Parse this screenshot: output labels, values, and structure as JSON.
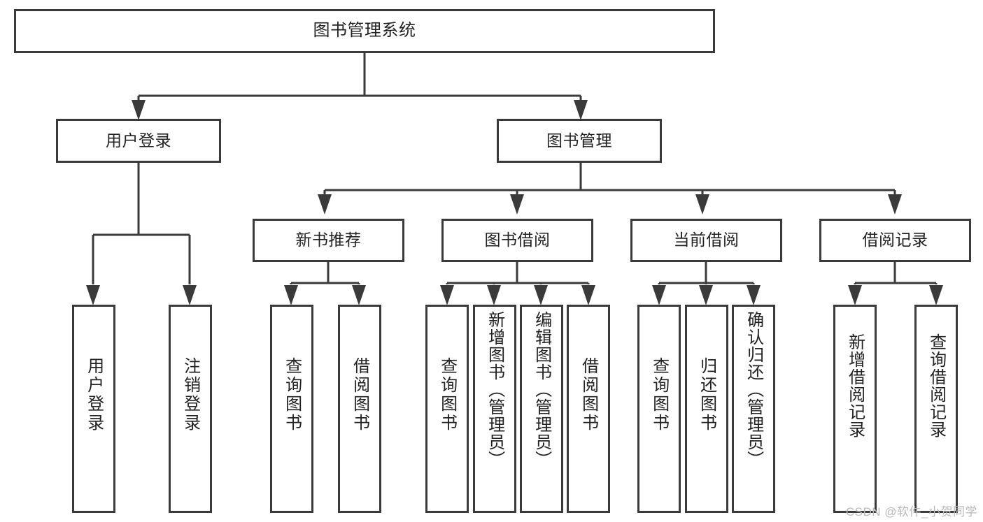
{
  "diagram": {
    "type": "tree-hierarchy-chart",
    "title": "图书管理系统",
    "background_color": "#ffffff",
    "line_color": "#3a3a3a",
    "text_color": "#222222"
  },
  "nodes": {
    "root": {
      "label": "图书管理系统"
    },
    "level2": [
      {
        "id": "user-login",
        "label": "用户登录"
      },
      {
        "id": "book-management",
        "label": "图书管理"
      }
    ],
    "level3": [
      {
        "id": "new-book-recommend",
        "label": "新书推荐"
      },
      {
        "id": "book-borrow",
        "label": "图书借阅"
      },
      {
        "id": "current-borrow",
        "label": "当前借阅"
      },
      {
        "id": "borrow-record",
        "label": "借阅记录"
      }
    ],
    "leaves": {
      "user_login": [
        {
          "id": "leaf-user-login",
          "label": "用户登录"
        },
        {
          "id": "leaf-logout",
          "label": "注销登录"
        }
      ],
      "new_book_recommend": [
        {
          "id": "leaf-query-book-1",
          "label": "查询图书"
        },
        {
          "id": "leaf-borrow-book-1",
          "label": "借阅图书"
        }
      ],
      "book_borrow": [
        {
          "id": "leaf-query-book-2",
          "label": "查询图书"
        },
        {
          "id": "leaf-add-book",
          "label": "新增图书（管理员）"
        },
        {
          "id": "leaf-edit-book",
          "label": "编辑图书（管理员）"
        },
        {
          "id": "leaf-borrow-book-2",
          "label": "借阅图书"
        }
      ],
      "current_borrow": [
        {
          "id": "leaf-query-book-3",
          "label": "查询图书"
        },
        {
          "id": "leaf-return-book",
          "label": "归还图书"
        },
        {
          "id": "leaf-confirm-return",
          "label": "确认归还（管理员）"
        }
      ],
      "borrow_record": [
        {
          "id": "leaf-add-record",
          "label": "新增借阅记录"
        },
        {
          "id": "leaf-query-record",
          "label": "查询借阅记录"
        }
      ]
    }
  },
  "watermark": {
    "text": "CSDN @软件_小贺同学",
    "color": "#b9b9b9"
  }
}
